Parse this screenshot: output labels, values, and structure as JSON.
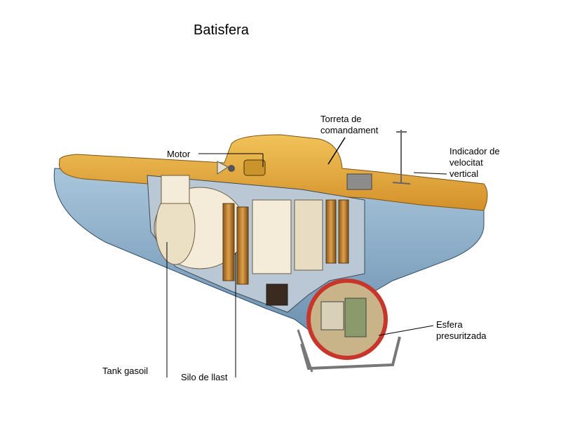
{
  "title": "Batisfera",
  "labels": {
    "torreta": [
      "Torreta de",
      "comandament"
    ],
    "motor": "Motor",
    "indicador": [
      "Indicador de",
      "velocitat",
      "vertical"
    ],
    "esfera": [
      "Esfera",
      "presuritzada"
    ],
    "tank": "Tank gasoil",
    "silo": "Silo de llast"
  },
  "colors": {
    "hull_yellow": "#e6a93a",
    "hull_blue": "#8fb2cc",
    "interior_cream": "#f4ecd8",
    "sphere_red": "#c8362b"
  }
}
